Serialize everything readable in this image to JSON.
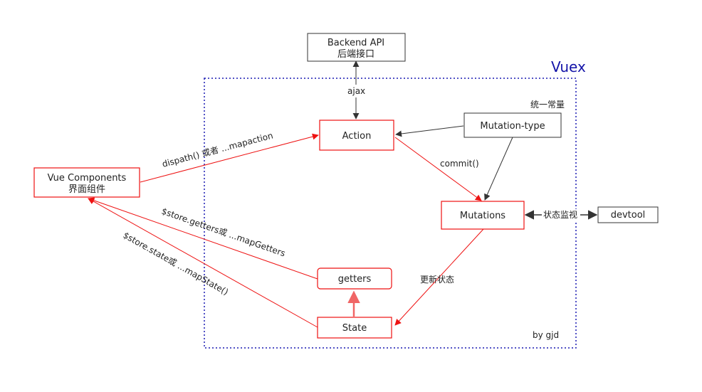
{
  "diagram": {
    "container_title": "Vuex",
    "author": "by gjd",
    "nodes": {
      "backend": {
        "line1": "Backend API",
        "line2": "后端接口"
      },
      "action": {
        "label": "Action"
      },
      "mutation_type": {
        "label": "Mutation-type"
      },
      "mutations": {
        "label": "Mutations"
      },
      "devtool": {
        "label": "devtool"
      },
      "getters": {
        "label": "getters"
      },
      "state": {
        "label": "State"
      },
      "vue_components": {
        "line1": "Vue Components",
        "line2": "界面组件"
      }
    },
    "edges": {
      "ajax": "ajax",
      "constants_note": "统一常量",
      "commit": "commit()",
      "devtool_watch": "状态监视",
      "update_state": "更新状态",
      "dispatch": "dispath() 或者 ...mapaction",
      "store_getters": "$store.getters或 ...mapGetters",
      "store_state": "$store.state或 ...mapState()"
    },
    "colors": {
      "red": "#ee1111",
      "dark": "#333333",
      "container_border": "#1a1ab4",
      "getters_arrow": "#f06666"
    }
  }
}
